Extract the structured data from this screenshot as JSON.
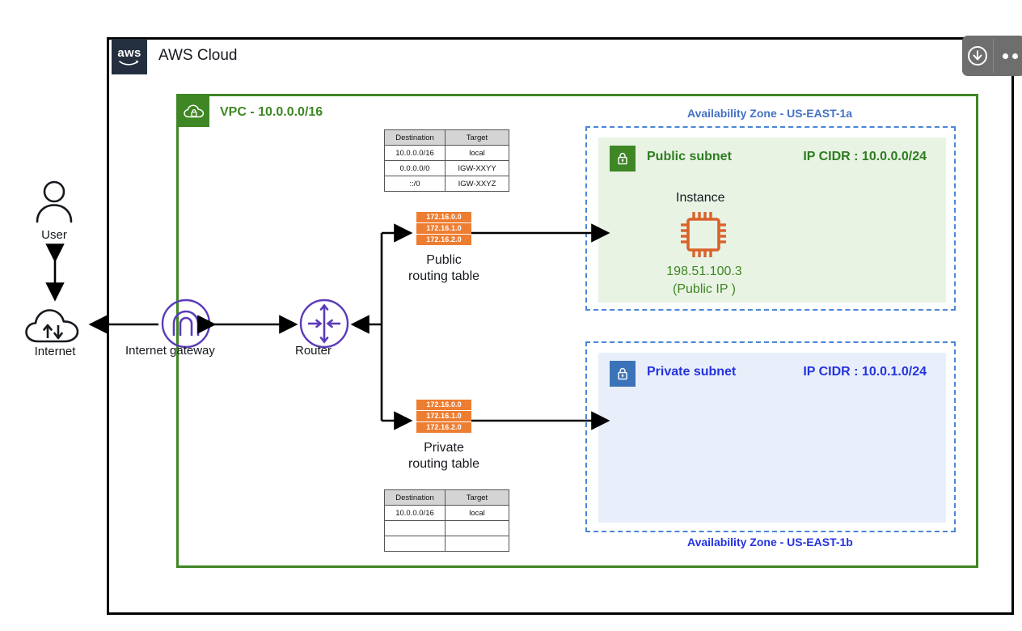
{
  "cloud": {
    "logo_text": "aws",
    "title": "AWS Cloud"
  },
  "toolbar": {
    "download_icon": "download-circle-icon",
    "more_icon": "more-options-icon"
  },
  "vpc": {
    "icon": "vpc-cloud-lock-icon",
    "title": "VPC - 10.0.0.0/16"
  },
  "external": {
    "user": {
      "label": "User",
      "icon": "user-icon"
    },
    "internet": {
      "label": "Internet",
      "icon": "internet-cloud-icon"
    }
  },
  "nodes": {
    "internet_gateway": {
      "label": "Internet gateway",
      "icon": "internet-gateway-icon"
    },
    "router": {
      "label": "Router",
      "icon": "router-icon"
    }
  },
  "route_tables": {
    "public": {
      "caption_line1": "Public",
      "caption_line2": "routing table",
      "entries": [
        "172.16.0.0",
        "172.16.1.0",
        "172.16.2.0"
      ]
    },
    "private": {
      "caption_line1": "Private",
      "caption_line2": "routing table",
      "entries": [
        "172.16.0.0",
        "172.16.1.0",
        "172.16.2.0"
      ]
    }
  },
  "tables": {
    "public_route_table": {
      "headers": [
        "Destination",
        "Target"
      ],
      "rows": [
        [
          "10.0.0.0/16",
          "local"
        ],
        [
          "0.0.0.0/0",
          "IGW-XXYY"
        ],
        [
          "::/0",
          "IGW-XXYZ"
        ]
      ]
    },
    "private_route_table": {
      "headers": [
        "Destination",
        "Target"
      ],
      "rows": [
        [
          "10.0.0.0/16",
          "local"
        ],
        [
          "",
          ""
        ],
        [
          "",
          ""
        ]
      ]
    }
  },
  "availability_zones": [
    {
      "label": "Availability Zone - US-EAST-1a",
      "subnet": {
        "name": "Public subnet",
        "cidr": "IP CIDR : 10.0.0.0/24",
        "icon": "subnet-lock-icon",
        "color": "#3F8624"
      },
      "instance": {
        "label": "Instance",
        "icon": "ec2-instance-icon",
        "ip": "198.51.100.3",
        "ip_note": "(Public IP )"
      }
    },
    {
      "label": "Availability Zone - US-EAST-1b",
      "subnet": {
        "name": "Private subnet",
        "cidr": "IP CIDR : 10.0.1.0/24",
        "icon": "subnet-lock-icon",
        "color": "#3B73B9"
      }
    }
  ],
  "colors": {
    "aws_navy": "#232F3E",
    "vpc_green": "#3F8624",
    "subnet_blue": "#3B73B9",
    "az_dash": "#4a86d8",
    "route_orange": "#ED7D31",
    "node_purple": "#5B3BB9"
  }
}
